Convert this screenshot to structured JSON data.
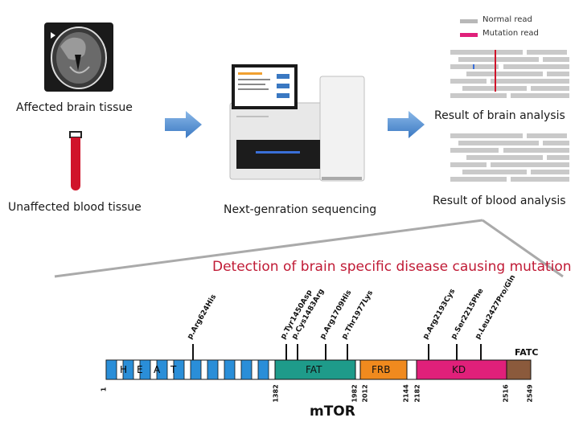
{
  "left": {
    "brain_label": "Affected brain tissue",
    "blood_label": "Unaffected blood tissue"
  },
  "middle": {
    "sequencer_label": "Next-genration sequencing"
  },
  "right": {
    "legend": [
      {
        "label": "Normal read",
        "color": "#b8b8b8"
      },
      {
        "label": "Mutation read",
        "color": "#e0207a"
      }
    ],
    "brain_result": "Result of brain analysis",
    "blood_result": "Result of blood analysis"
  },
  "detection_title": "Detection of brain specific disease causing mutation",
  "mtor": {
    "protein_name": "mTOR",
    "heat_letters": [
      "H",
      "E",
      "A",
      "T"
    ],
    "domains": [
      {
        "name": "FAT",
        "color": "#1e9b8a"
      },
      {
        "name": "FRB",
        "color": "#f08a1e"
      },
      {
        "name": "KD",
        "color": "#e0207a"
      },
      {
        "name": "FATC",
        "color": "#8b5a3c"
      }
    ],
    "positions": [
      "1",
      "1382",
      "1982",
      "2012",
      "2144",
      "2182",
      "2516",
      "2549"
    ],
    "mutations": [
      "p.Arg624His",
      "p.Tyr1450Asp",
      "p.Cys1483Arg",
      "p.Arg1709His",
      "p.Thr1977Lys",
      "p.Arg2193Cys",
      "p.Ser2215Phe",
      "p.Leu2427Pro/Gln"
    ]
  }
}
